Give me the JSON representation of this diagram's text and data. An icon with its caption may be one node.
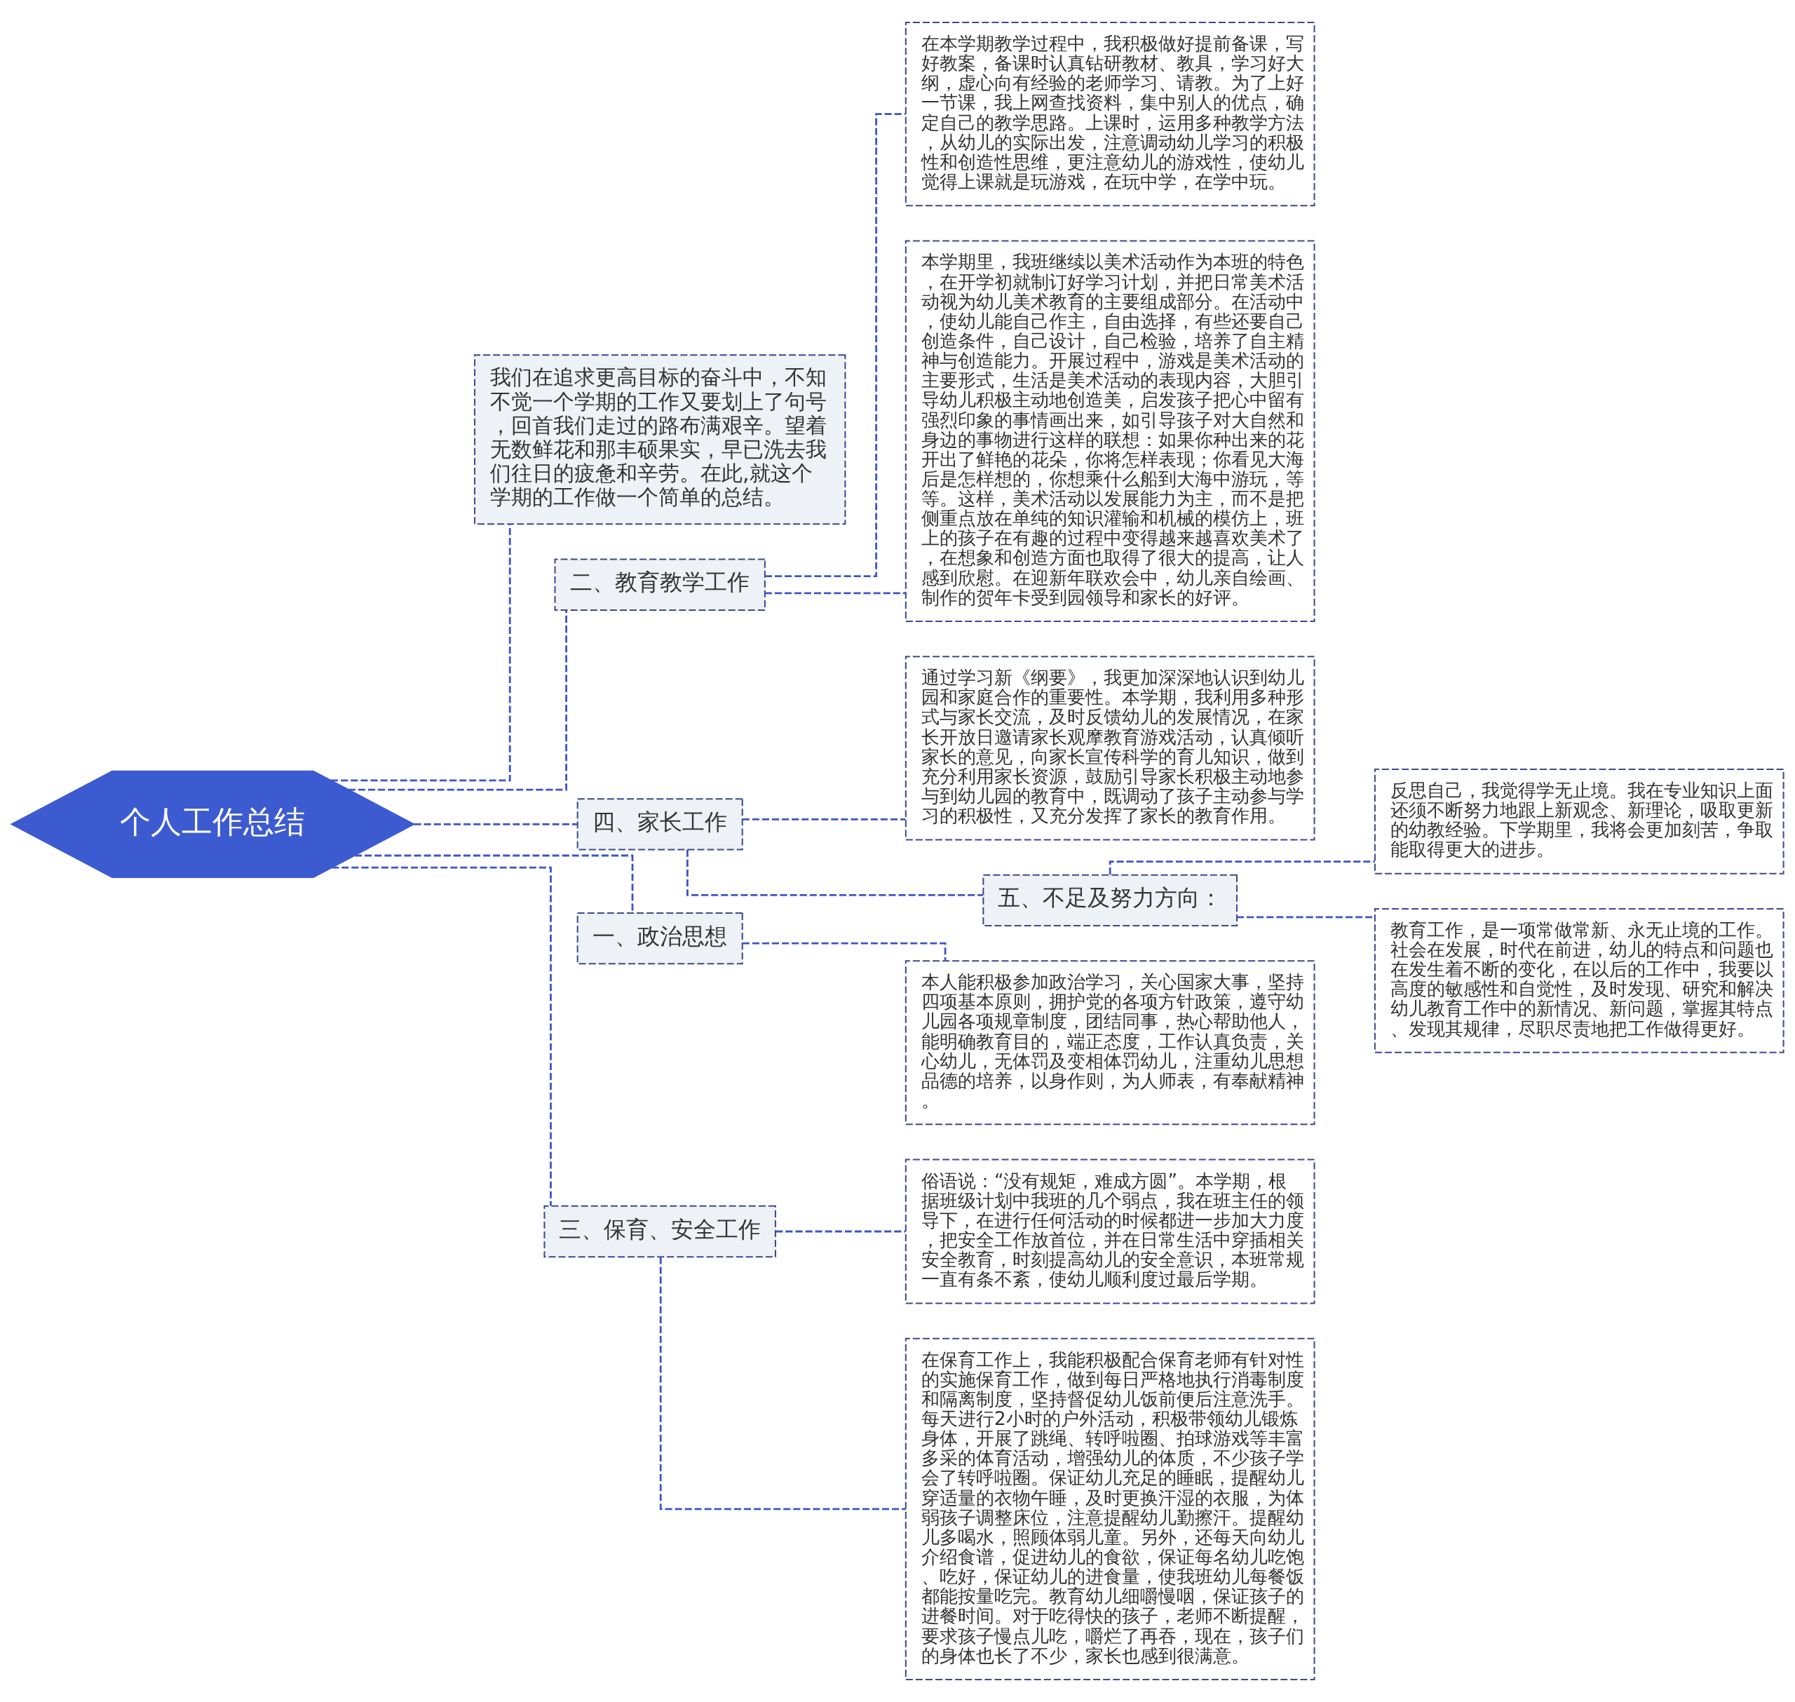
{
  "diagram": {
    "nodes": [
      {
        "text": [
          "个人工作总结"
        ]
      },
      {
        "text": [
          "我们在追求更高目标的奋斗中，不知不觉一个学期的工作又要划上了句号，回首我们走过的路布满艰辛。望着无数鲜花和那丰硕果实，早已洗去我们往日的疲惫和辛劳。在此,就这个学期的工作做一个简单的总结。"
        ]
      },
      {
        "text": [
          "二、教育教学工作"
        ]
      },
      {
        "text": [
          "在本学期教学过程中，我积极做好提前备课，写好教案，备课时认真钻研教材、教具，学习好大纲，虚心向有经验的老师学习、请教。为了上好一节课，我上网查找资料，集中别人的优点，确定自己的教学思路。上课时，运用多种教学方法，从幼儿的实际出发，注意调动幼儿学习的积极性和创造性思维，更注意幼儿的游戏性，使幼儿觉得上课就是玩游戏，在玩中学，在学中玩。"
        ]
      },
      {
        "text": [
          "本学期里，我班继续以美术活动作为本班的特色，在开学初就制订好学习计划，并把日常美术活动视为幼儿美术教育的主要组成部分。在活动中，使幼儿能自己作主，自由选择，有些还要自己创造条件，自己设计，自己检验，培养了自主精神与创造能力。开展过程中，游戏是美术活动的主要形式，生活是美术活动的表现内容，大胆引导幼儿积极主动地创造美，启发孩子把心中留有强烈印象的事情画出来，如引导孩子对大自然和身边的事物进行这样的联想：如果你种出来的花开出了鲜艳的花朵，你将怎样表现；你看见大海后是怎样想的，你想乘什么船到大海中游玩，等等。这样，美术活动以发展能力为主，而不是把侧重点放在单纯的知识灌输和机械的模仿上，班上的孩子在有趣的过程中变得越来越喜欢美术了，在想象和创造方面也取得了很大的提高，让人感到欣慰。在迎新年联欢会中，幼儿亲自绘画、制作的贺年卡受到园领导和家长的好评。"
        ]
      },
      {
        "text": [
          "四、家长工作"
        ]
      },
      {
        "text": [
          "通过学习新《纲要》，我更加深深地认识到幼儿园和家庭合作的重要性。本学期，我利用多种形式与家长交流，及时反馈幼儿的发展情况，在家长开放日邀请家长观摩教育游戏活动，认真倾听家长的意见，向家长宣传科学的育儿知识，做到充分利用家长资源，鼓励引导家长积极主动地参与到幼儿园的教育中，既调动了孩子主动参与学习的积极性，又充分发挥了家长的教育作用。"
        ]
      },
      {
        "text": [
          "五、不足及努力方向："
        ]
      },
      {
        "text": [
          "反思自己，我觉得学无止境。我在专业知识上面还须不断努力地跟上新观念、新理论，吸取更新的幼教经验。下学期里，我将会更加刻苦，争取能取得更大的进步。"
        ]
      },
      {
        "text": [
          "教育工作，是一项常做常新、永无止境的工作。社会在发展，时代在前进，幼儿的特点和问题也在发生着不断的变化，在以后的工作中，我要以高度的敏感性和自觉性，及时发现、研究和解决幼儿教育工作中的新情况、新问题，掌握其特点、发现其规律，尽职尽责地把工作做得更好。"
        ]
      },
      {
        "text": [
          "一、政治思想"
        ]
      },
      {
        "text": [
          "本人能积极参加政治学习，关心国家大事，坚持四项基本原则，拥护党的各项方针政策，遵守幼儿园各项规章制度，团结同事，热心帮助他人，能明确教育目的，端正态度，工作认真负责，关心幼儿，无体罚及变相体罚幼儿，注重幼儿思想品德的培养，以身作则，为人师表，有奉献精神。"
        ]
      },
      {
        "text": [
          "三、保育、安全工作"
        ]
      },
      {
        "text": [
          "俗语说：“没有规矩，难成方圆”。本学期，根据班级计划中我班的几个弱点，我在班主任的领导下，在进行任何活动的时候都进一步加大力度，把安全工作放首位，并在日常生活中穿插相关安全教育，时刻提高幼儿的安全意识，本班常规一直有条不紊，使幼儿顺利度过最后学期。"
        ]
      },
      {
        "text": [
          "在保育工作上，我能积极配合保育老师有针对性的实施保育工作，做到每日严格地执行消毒制度和隔离制度，坚持督促幼儿饭前便后注意洗手。每天进行2小时的户外活动，积极带领幼儿锻炼身体，开展了跳绳、转呼啦圈、拍球游戏等丰富多采的体育活动，增强幼儿的体质，不少孩子学会了转呼啦圈。保证幼儿充足的睡眠，提醒幼儿穿适量的衣物午睡，及时更换汗湿的衣服，为体弱孩子调整床位，注意提醒幼儿勤擦汗。提醒幼儿多喝水，照顾体弱儿童。另外，还每天向幼儿介绍食谱，促进幼儿的食欲，保证每名幼儿吃饱、吃好，保证幼儿的进食量，使我班幼儿每餐饭都能按量吃完。教育幼儿细嚼慢咽，保证孩子的进餐时间。对于吃得快的孩子，老师不断提醒，要求孩子慢点儿吃，嚼烂了再吞，现在，孩子们的身体也长了不少，家长也感到很满意。"
        ]
      }
    ],
    "edges": [
      {
        "from": 0,
        "to": 1,
        "arrow": "none",
        "style": "dashed"
      },
      {
        "from": 0,
        "to": 2,
        "arrow": "none",
        "style": "dashed"
      },
      {
        "from": 2,
        "to": 3,
        "arrow": "none",
        "style": "dashed"
      },
      {
        "from": 2,
        "to": 4,
        "arrow": "none",
        "style": "dashed"
      },
      {
        "from": 0,
        "to": 5,
        "arrow": "none",
        "style": "dashed"
      },
      {
        "from": 5,
        "to": 6,
        "arrow": "none",
        "style": "dashed"
      },
      {
        "from": 5,
        "to": 7,
        "arrow": "none",
        "style": "dashed"
      },
      {
        "from": 7,
        "to": 8,
        "arrow": "none",
        "style": "dashed"
      },
      {
        "from": 7,
        "to": 9,
        "arrow": "none",
        "style": "dashed"
      },
      {
        "from": 0,
        "to": 10,
        "arrow": "none",
        "style": "dashed"
      },
      {
        "from": 10,
        "to": 11,
        "arrow": "none",
        "style": "dashed"
      },
      {
        "from": 0,
        "to": 12,
        "arrow": "none",
        "style": "dashed"
      },
      {
        "from": 12,
        "to": 13,
        "arrow": "none",
        "style": "dashed"
      },
      {
        "from": 12,
        "to": 14,
        "arrow": "none",
        "style": "dashed"
      }
    ]
  }
}
